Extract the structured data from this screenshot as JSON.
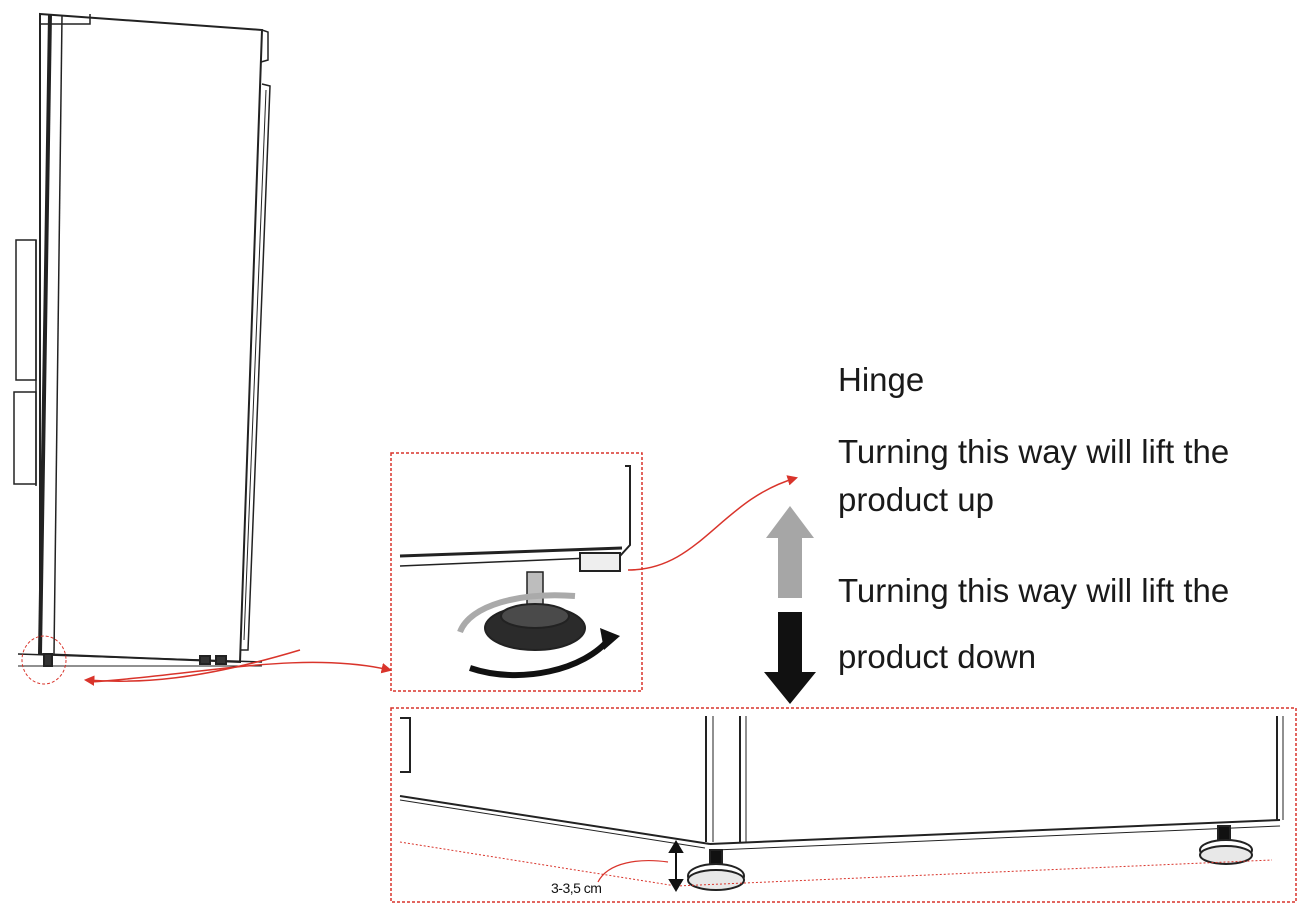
{
  "labels": {
    "hinge": "Hinge",
    "lift_up": "Turning this way will lift the product up",
    "lift_down": "Turning this way will lift the product down",
    "clearance": "3-3,5 cm"
  },
  "colors": {
    "line": "#222222",
    "callout": "#d9342b",
    "arrow_up": "#a6a6a6",
    "arrow_down": "#111111"
  }
}
